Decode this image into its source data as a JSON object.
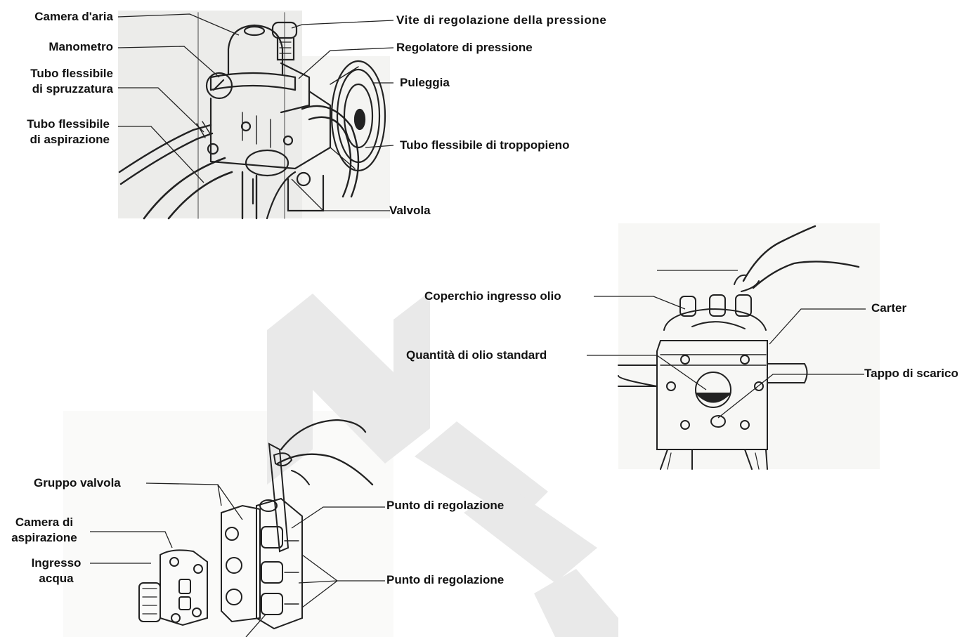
{
  "figure1": {
    "labels": {
      "camera_aria": "Camera d'aria",
      "manometro": "Manometro",
      "tubo_spruzzatura": [
        "Tubo flessibile",
        "di spruzzatura"
      ],
      "tubo_aspirazione": [
        "Tubo flessibile",
        "di aspirazione"
      ],
      "vite_regolazione": "Vite di regolazione della pressione",
      "regolatore": "Regolatore di pressione",
      "puleggia": "Puleggia",
      "tubo_troppopieno": "Tubo flessibile di troppopieno",
      "valvola": "Valvola"
    }
  },
  "figure2": {
    "labels": {
      "coperchio": "Coperchio ingresso olio",
      "carter": "Carter",
      "quantita_olio": "Quantità di olio standard",
      "tappo_scarico": "Tappo di scarico"
    }
  },
  "figure3": {
    "labels": {
      "gruppo_valvola": "Gruppo valvola",
      "camera_aspirazione": [
        "Camera di",
        "aspirazione"
      ],
      "ingresso_acqua": [
        "Ingresso",
        "acqua"
      ],
      "punto_regolazione_1": "Punto di regolazione",
      "punto_regolazione_2": "Punto di regolazione"
    }
  }
}
